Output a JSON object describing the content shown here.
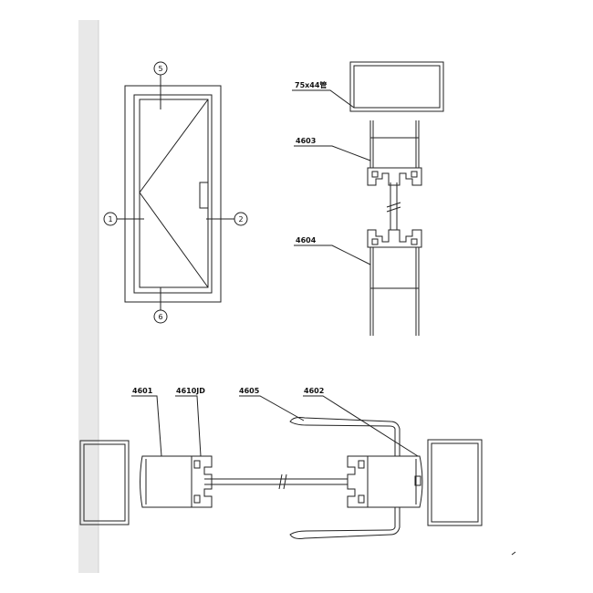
{
  "door_elevation": {
    "markers": [
      "5",
      "1",
      "2",
      "6"
    ]
  },
  "section_labels": {
    "tube": "75x44管",
    "top_profile": "4603",
    "bottom_profile": "4604",
    "frame_profile": "4601",
    "jamb_profile": "4610JD",
    "handle_profile": "4605",
    "leaf_profile": "4602"
  },
  "colors": {
    "line": "#222222",
    "fill_section": "#ffffff",
    "page_edge": "#e6e6e6"
  }
}
